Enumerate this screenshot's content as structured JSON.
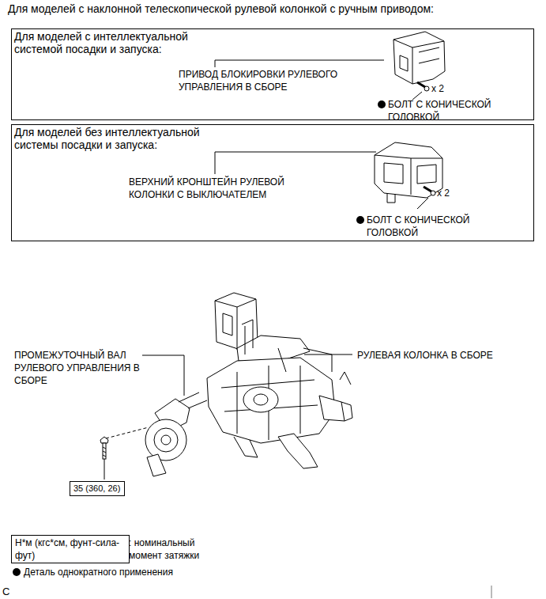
{
  "diagram": {
    "title": "Для моделей с наклонной телескопической рулевой колонкой с ручным приводом:",
    "nodes": [
      {
        "text": [
          "Для моделей с интеллектуальной системой посадки и запуска:"
        ]
      },
      {
        "text": [
          "Для моделей без интеллектуальной системы посадки и запуска:"
        ]
      },
      {
        "text": [
          "35 (360, 26)"
        ]
      },
      {
        "text": [
          "Н*м (кгс*см, фунт-сила-фут)"
        ]
      }
    ],
    "labels": [
      "ПРИВОД БЛОКИРОВКИ РУЛЕВОГО УПРАВЛЕНИЯ В СБОРЕ",
      "x 2",
      "БОЛТ С КОНИЧЕСКОЙ ГОЛОВКОЙ",
      "ВЕРХНИЙ КРОНШТЕЙН РУЛЕВОЙ КОЛОНКИ С ВЫКЛЮЧАТЕЛЕМ",
      "x 2",
      "БОЛТ С КОНИЧЕСКОЙ ГОЛОВКОЙ",
      "ПРОМЕЖУТОЧНЫЙ ВАЛ РУЛЕВОГО УПРАВЛЕНИЯ В СБОРЕ",
      "РУЛЕВАЯ КОЛОНКА В СБОРЕ",
      "C"
    ],
    "legend": [
      {
        "text": ": номинальный момент затяжки"
      },
      {
        "text": "Деталь однократного применения"
      }
    ]
  }
}
